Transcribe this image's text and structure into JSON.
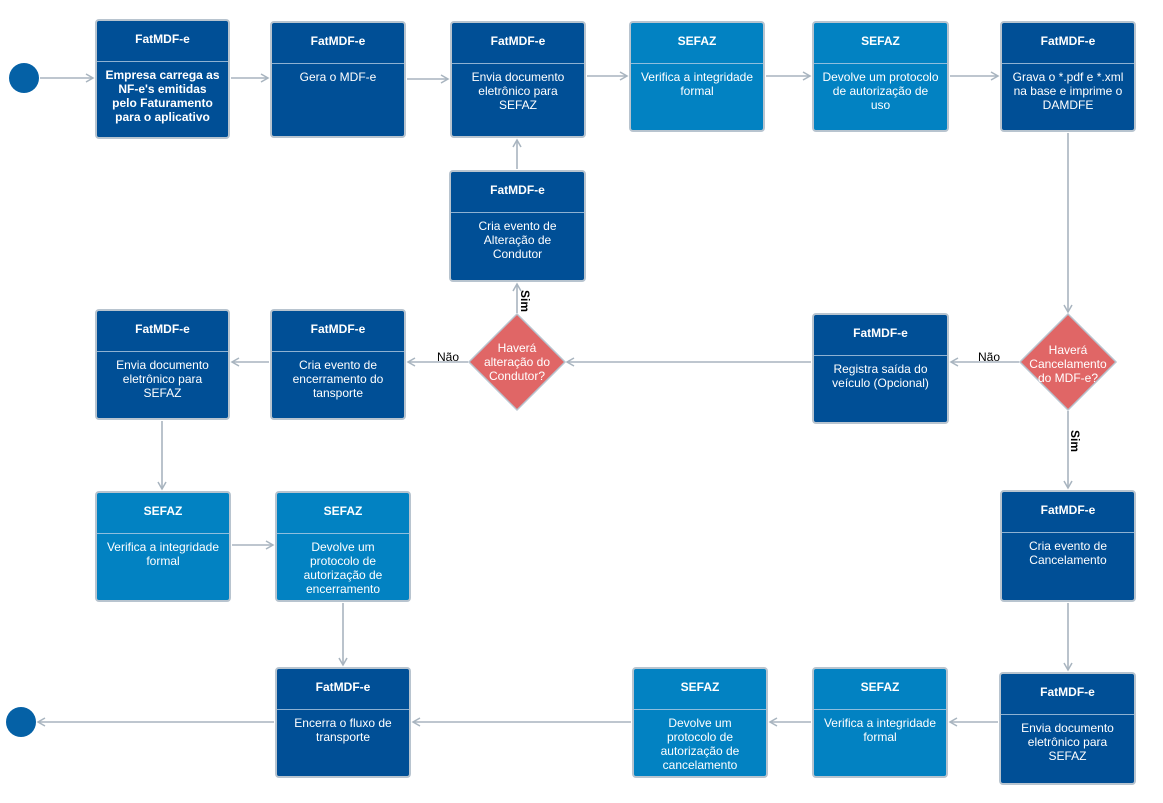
{
  "nodes": [
    {
      "id": "n1",
      "lane": "FatMDF-e",
      "text": "Empresa carrega as NF-e's emitidas pelo Faturamento para o aplicativo"
    },
    {
      "id": "n2",
      "lane": "FatMDF-e",
      "text": "Gera o MDF-e"
    },
    {
      "id": "n3",
      "lane": "FatMDF-e",
      "text": "Envia documento eletrônico para SEFAZ"
    },
    {
      "id": "n4",
      "lane": "SEFAZ",
      "text": "Verifica a integridade formal"
    },
    {
      "id": "n5",
      "lane": "SEFAZ",
      "text": "Devolve um protocolo de autorização de uso"
    },
    {
      "id": "n6",
      "lane": "FatMDF-e",
      "text": "Grava o *.pdf  e  *.xml na base e imprime o DAMDFE"
    },
    {
      "id": "n7",
      "lane": "FatMDF-e",
      "text": "Cria evento de Alteração de Condutor"
    },
    {
      "id": "n8",
      "lane": "FatMDF-e",
      "text": "Envia documento eletrônico para SEFAZ"
    },
    {
      "id": "n9",
      "lane": "FatMDF-e",
      "text": "Cria evento de encerramento do tansporte"
    },
    {
      "id": "n10",
      "lane": "FatMDF-e",
      "text": "Registra saída do veículo (Opcional)"
    },
    {
      "id": "n11",
      "lane": "SEFAZ",
      "text": "Verifica a integridade formal"
    },
    {
      "id": "n12",
      "lane": "SEFAZ",
      "text": "Devolve um protocolo de autorização de encerramento"
    },
    {
      "id": "n13",
      "lane": "FatMDF-e",
      "text": "Cria evento de Cancelamento"
    },
    {
      "id": "n14",
      "lane": "FatMDF-e",
      "text": "Encerra o fluxo de transporte"
    },
    {
      "id": "n15",
      "lane": "SEFAZ",
      "text": "Devolve um protocolo de autorização de cancelamento"
    },
    {
      "id": "n16",
      "lane": "SEFAZ",
      "text": "Verifica a integridade formal"
    },
    {
      "id": "n17",
      "lane": "FatMDF-e",
      "text": "Envia documento eletrônico para SEFAZ"
    }
  ],
  "decisions": [
    {
      "id": "d1",
      "text": "Haverá alteração do Condutor?"
    },
    {
      "id": "d2",
      "text": "Haverá Cancelamento do MDF-e?"
    }
  ],
  "edge_labels": {
    "d1_sim": "Sim",
    "d1_nao": "Não",
    "d2_sim": "Sim",
    "d2_nao": "Não"
  },
  "colors": {
    "fatmdf": "#004f96",
    "sefaz": "#0282c2",
    "decision": "#e06666",
    "terminal": "#0561a6",
    "connector": "#a8b4bf"
  }
}
